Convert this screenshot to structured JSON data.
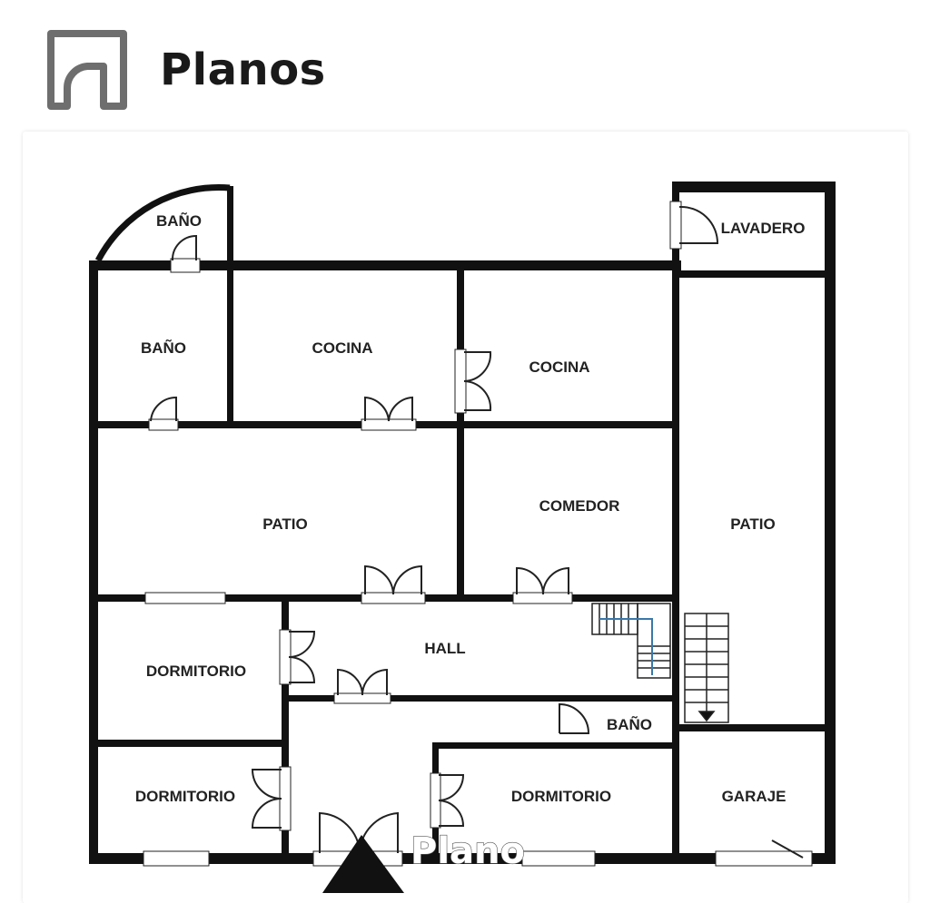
{
  "header": {
    "title": "Planos",
    "icon": "floor-plan-icon"
  },
  "plan": {
    "watermark": "Plano",
    "rooms": {
      "bano_top": "BAÑO",
      "bano_left": "BAÑO",
      "cocina_1": "COCINA",
      "cocina_2": "COCINA",
      "lavadero": "LAVADERO",
      "patio_1": "PATIO",
      "comedor": "COMEDOR",
      "patio_2": "PATIO",
      "hall": "HALL",
      "dormitorio_1": "DORMITORIO",
      "bano_hall": "BAÑO",
      "dormitorio_2": "DORMITORIO",
      "dormitorio_3": "DORMITORIO",
      "garaje": "GARAJE"
    },
    "colors": {
      "wall": "#111111",
      "stair_arrow": "#3a78a8"
    }
  }
}
